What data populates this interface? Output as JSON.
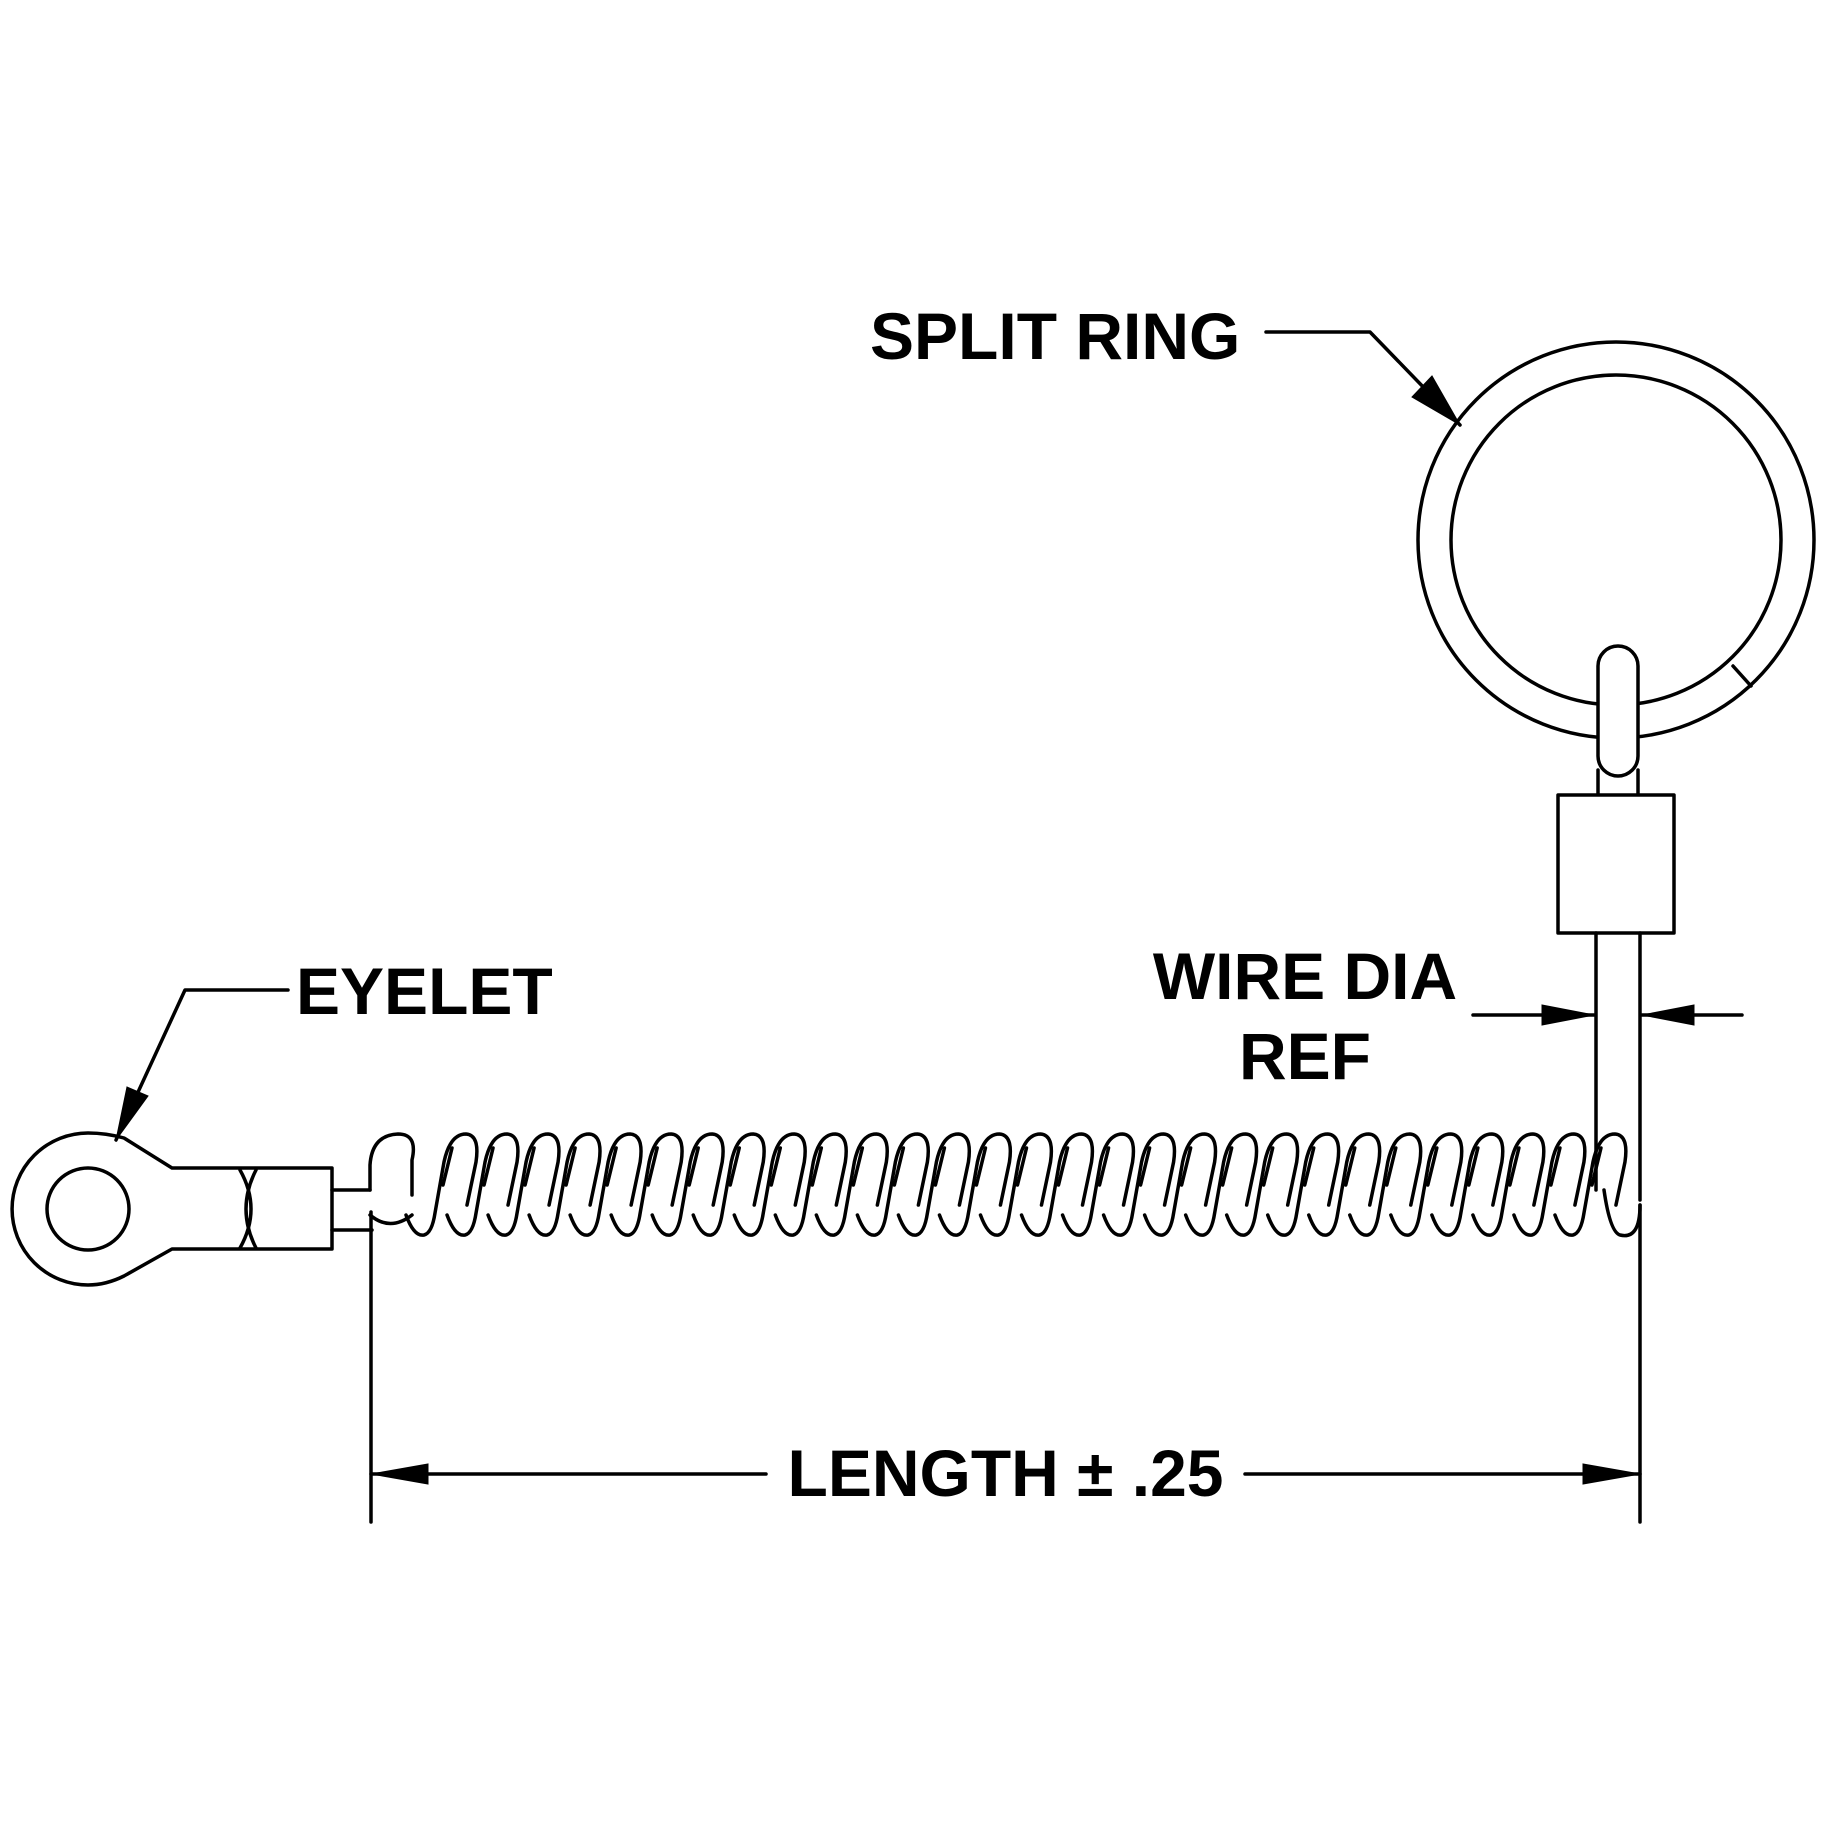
{
  "labels": {
    "split_ring": "SPLIT RING",
    "eyelet": "EYELET",
    "wire_dia_line1": "WIRE DIA",
    "wire_dia_line2": "REF",
    "length": "LENGTH ± .25"
  },
  "colors": {
    "line": "#000000",
    "background": "#ffffff"
  },
  "coil": {
    "turn_count": 29
  }
}
